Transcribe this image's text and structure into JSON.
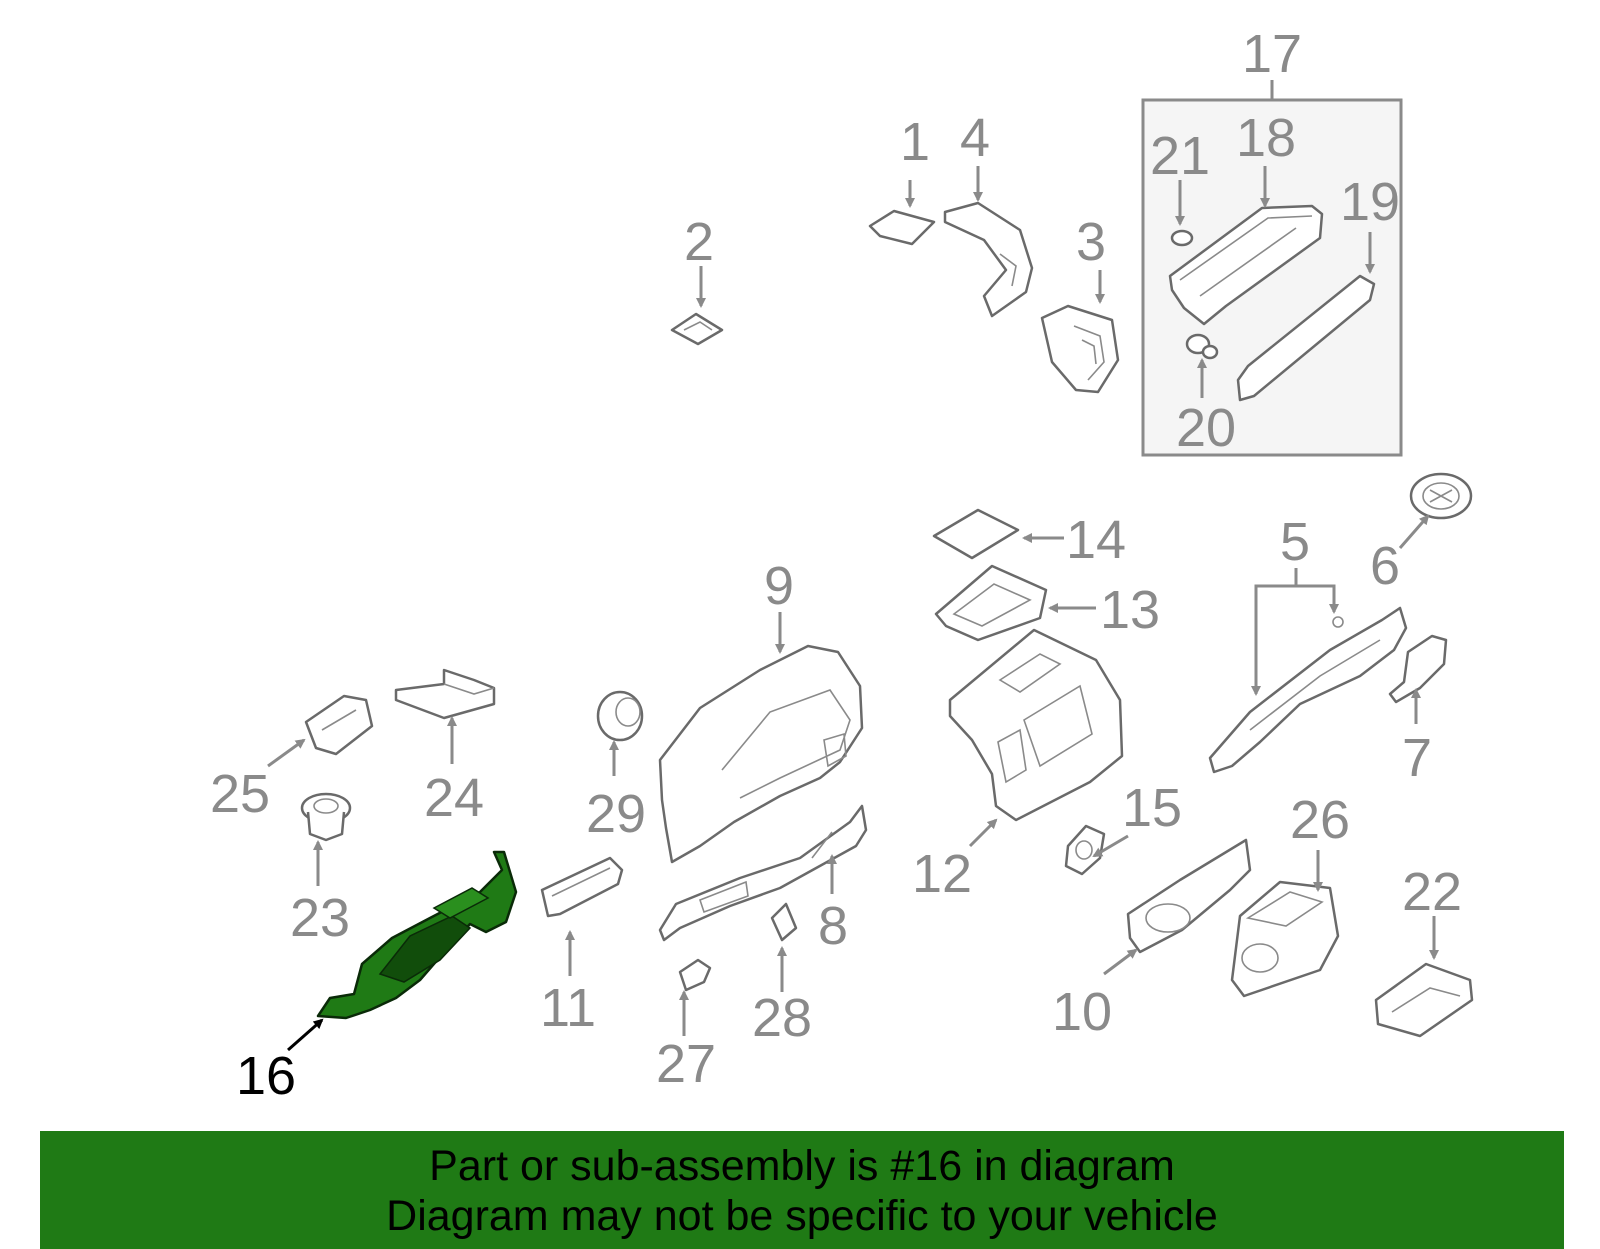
{
  "labels": {
    "p1": "1",
    "p2": "2",
    "p3": "3",
    "p4": "4",
    "p5": "5",
    "p6": "6",
    "p7": "7",
    "p8": "8",
    "p9": "9",
    "p10": "10",
    "p11": "11",
    "p12": "12",
    "p13": "13",
    "p14": "14",
    "p15": "15",
    "p16": "16",
    "p17": "17",
    "p18": "18",
    "p19": "19",
    "p20": "20",
    "p21": "21",
    "p22": "22",
    "p23": "23",
    "p24": "24",
    "p25": "25",
    "p26": "26",
    "p27": "27",
    "p28": "28",
    "p29": "29"
  },
  "highlight": {
    "part": "16",
    "color": "#1f7a15"
  },
  "banner": {
    "line1": "Part or sub-assembly is #16 in diagram",
    "line2": "Diagram may not be specific to your vehicle",
    "color": "#1f7a15"
  }
}
